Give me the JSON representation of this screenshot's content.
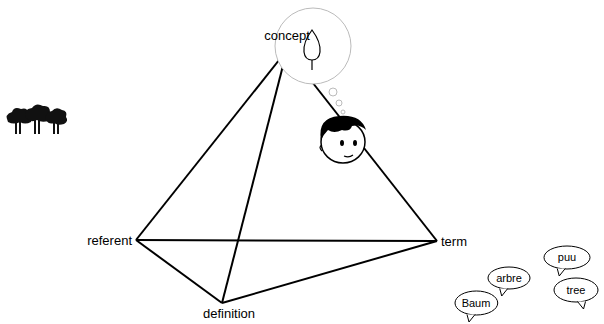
{
  "diagram": {
    "nodes": [
      {
        "text": [
          "puu"
        ]
      },
      {
        "text": [
          "arbre"
        ]
      },
      {
        "text": [
          "tree"
        ]
      },
      {
        "text": [
          "Baum"
        ]
      }
    ],
    "labels": [
      "concept",
      "referent",
      "term",
      "definition"
    ]
  }
}
